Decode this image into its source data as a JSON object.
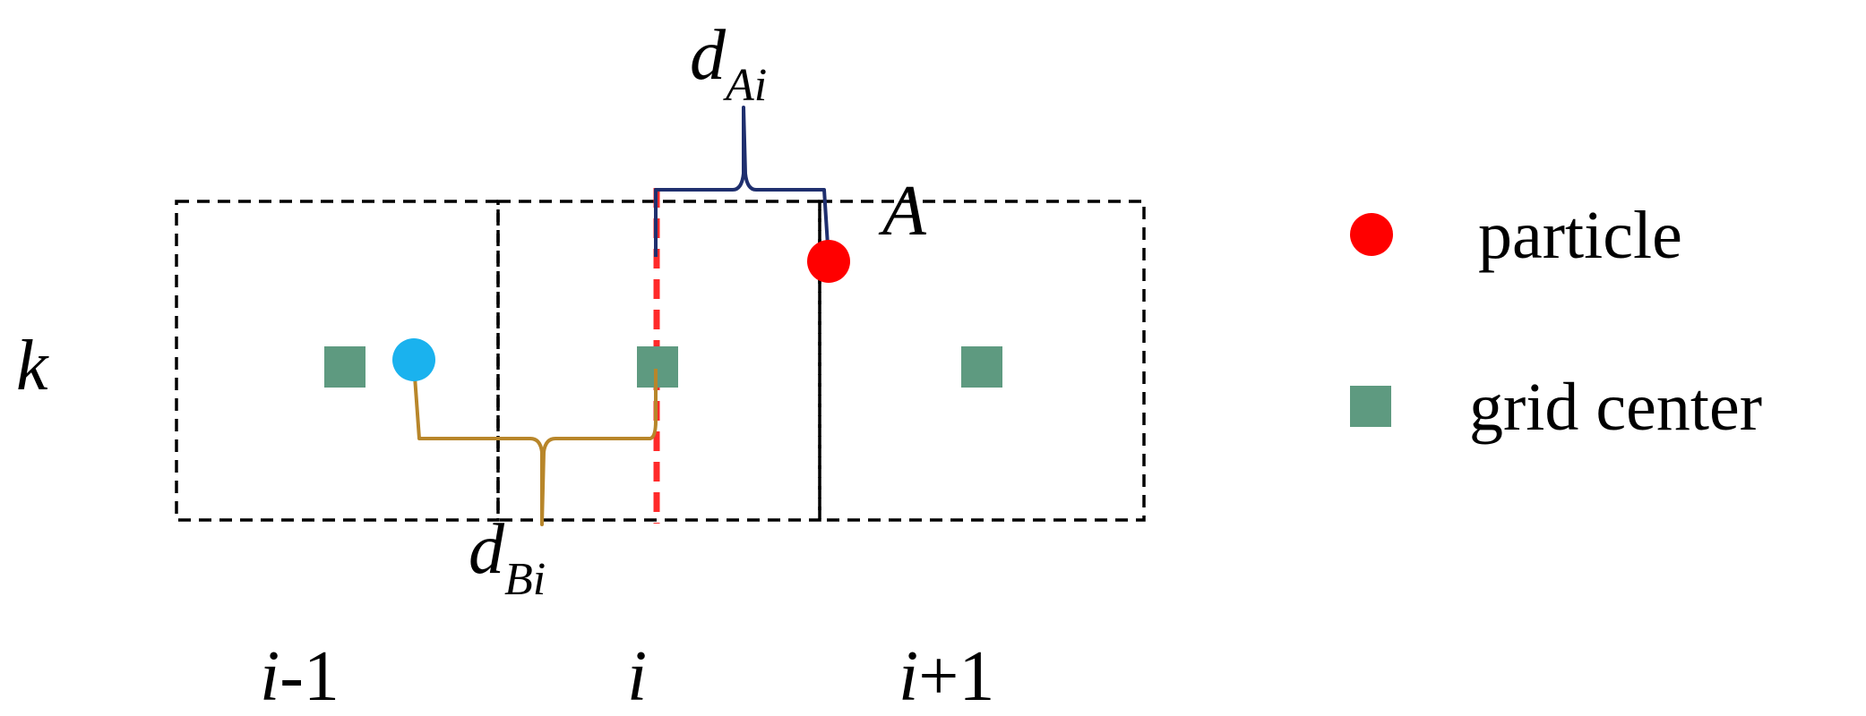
{
  "labels": {
    "row": "k",
    "col_left_var": "i",
    "col_left_suffix": "-1",
    "col_mid": "i",
    "col_right_var": "i",
    "col_right_suffix": "+1",
    "point_a": "A",
    "dist_a_base": "d",
    "dist_a_sub": "Ai",
    "dist_b_base": "d",
    "dist_b_sub": "Bi"
  },
  "legend": {
    "particle": "particle",
    "grid_center": "grid center"
  },
  "colors": {
    "particle_a": "#ff0000",
    "particle_b": "#1ab2ee",
    "grid_center": "#5e9a80",
    "brace_a": "#1f2f6e",
    "brace_b": "#b8862a",
    "centerline": "#ff2a2a",
    "grid_line": "#000000"
  }
}
